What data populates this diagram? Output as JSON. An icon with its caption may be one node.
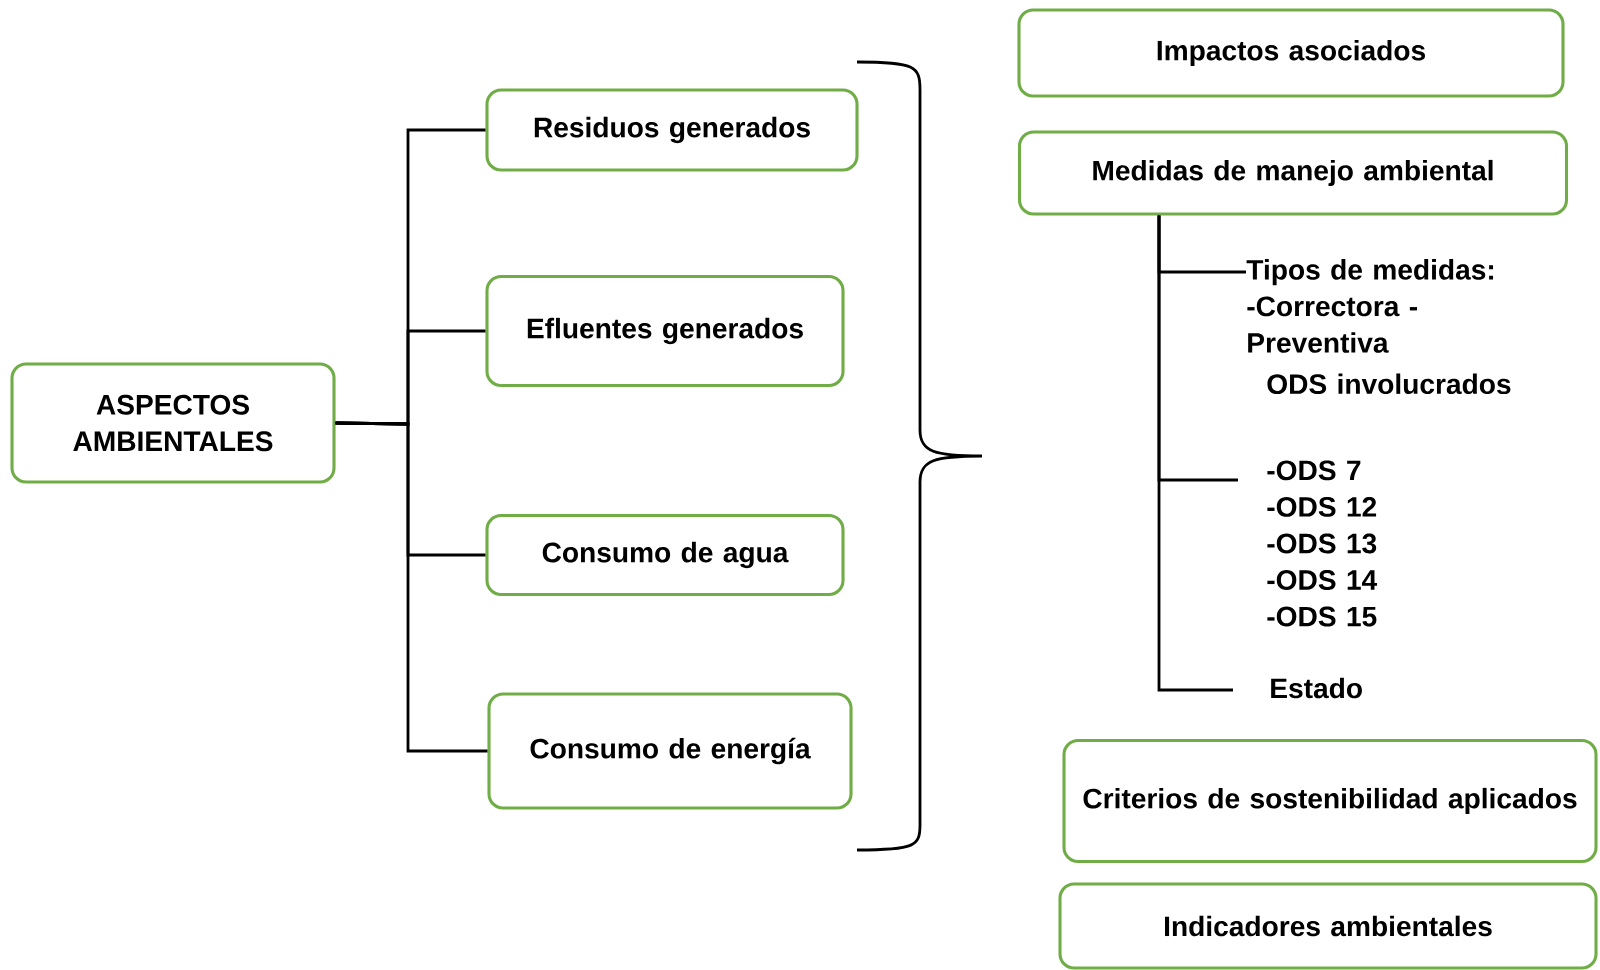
{
  "diagram": {
    "nodes": [
      {
        "text": [
          "ASPECTOS AMBIENTALES"
        ]
      },
      {
        "text": [
          "Residuos generados"
        ]
      },
      {
        "text": [
          "Efluentes generados"
        ]
      },
      {
        "text": [
          "Consumo de agua"
        ]
      },
      {
        "text": [
          "Consumo de energía"
        ]
      },
      {
        "text": [
          "Impactos asociados"
        ]
      },
      {
        "text": [
          "Medidas de manejo ambiental"
        ]
      },
      {
        "text": [
          "Tipos de medidas: -Correctora -Preventiva"
        ]
      },
      {
        "text": [
          "ODS involucrados",
          "-ODS 7 -ODS 12 -ODS 13 -ODS 14 -ODS 15"
        ]
      },
      {
        "text": [
          "Estado"
        ]
      },
      {
        "text": [
          "Criterios de sostenibilidad aplicados"
        ]
      },
      {
        "text": [
          "Indicadores ambientales"
        ]
      }
    ],
    "edges": [
      {
        "from": 0,
        "to": 1,
        "arrow": "none"
      },
      {
        "from": 0,
        "to": 2,
        "arrow": "none"
      },
      {
        "from": 0,
        "to": 3,
        "arrow": "none"
      },
      {
        "from": 0,
        "to": 4,
        "arrow": "none"
      },
      {
        "from": 6,
        "to": 7,
        "arrow": "none"
      },
      {
        "from": 6,
        "to": 8,
        "arrow": "none"
      },
      {
        "from": 6,
        "to": 9,
        "arrow": "none"
      }
    ]
  }
}
